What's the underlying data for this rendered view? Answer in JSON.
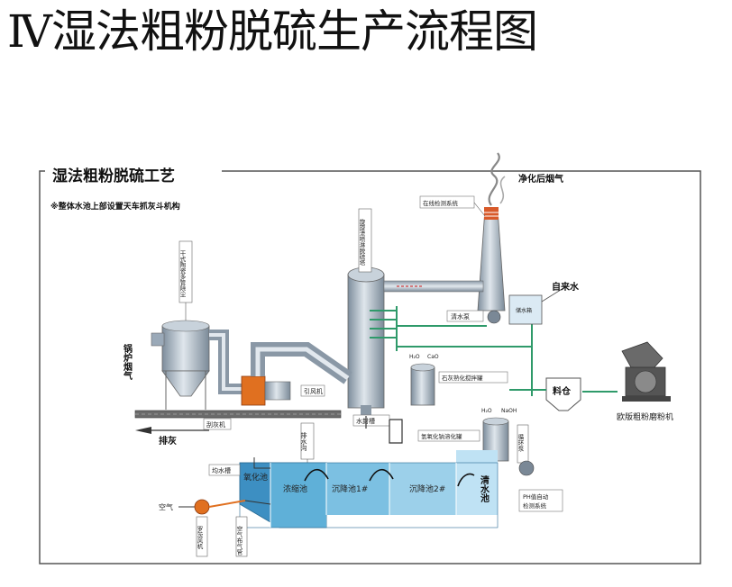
{
  "page": {
    "title": "Ⅳ湿法粗粉脱硫生产流程图"
  },
  "diagram": {
    "frame_title": "湿法粗粉脱硫工艺",
    "frame_note": "※整体水池上部设置天车抓灰斗机构",
    "labels": {
      "purified_flue_gas": "净化后烟气",
      "online_monitor": "在线检测系统",
      "dust_collector": "干式陶瓷多管除尘",
      "desulfurizer": "旋旋流喷淋脱硫塔",
      "tap_water": "自来水",
      "clear_pump": "清水泵",
      "water_tank": "储水箱",
      "boiler_flue_gas": "锅炉烟气",
      "fan": "引风机",
      "h2o_top": "H₂O",
      "cao": "CaO",
      "lime_tank": "石灰熟化搅拌罐",
      "feed_bin": "料仓",
      "mill": "欧版粗粉磨粉机",
      "scraper": "刮灰机",
      "ash_out": "排灰",
      "drain": "排水沟",
      "water_seal": "水封槽",
      "h2o_bottom": "H₂O",
      "naoh": "NaOH",
      "naoh_tank": "氢氧化钠溶化罐",
      "recycle_pump": "循环泵",
      "uniform_tank": "均水槽",
      "oxidation": "氧化池",
      "thickening": "浓缩池",
      "settling1": "沉降池1#",
      "settling2": "沉降池2#",
      "clear_pool": "清水池",
      "ph_system": "PH值自动检测系统",
      "air": "空气",
      "roots_blower": "罗茨风机",
      "air_pipe": "空气布气管"
    }
  },
  "colors": {
    "vessel": "#9aa9b8",
    "vessel_dark": "#6f7f8f",
    "pool": "#5fb0d8",
    "pool_light": "#a9d8ef",
    "pipe_green": "#2f9a6a",
    "fan_orange": "#e07020",
    "chimney_red": "#d85a2a"
  }
}
